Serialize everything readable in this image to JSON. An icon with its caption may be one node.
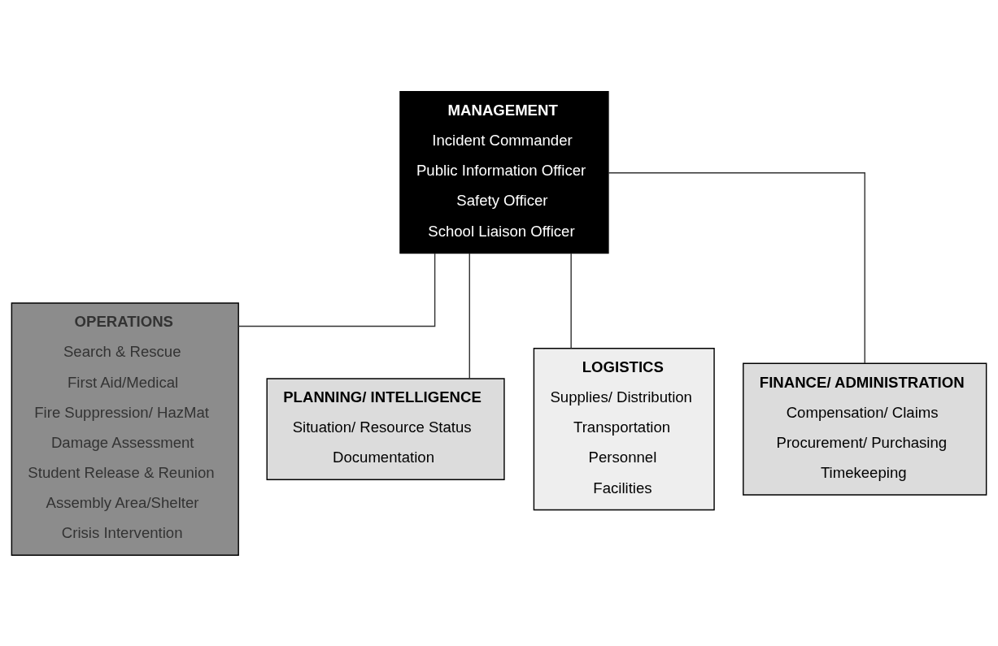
{
  "diagram": {
    "nodes": [
      {
        "text": [
          "MANAGEMENT",
          "Incident Commander",
          "Public Information Officer",
          "Safety Officer",
          "School Liaison Officer"
        ]
      },
      {
        "text": [
          "OPERATIONS",
          "Search & Rescue",
          "First Aid/Medical",
          "Fire Suppression/ HazMat",
          "Damage Assessment",
          "Student Release & Reunion",
          "Assembly Area/Shelter",
          "Crisis Intervention"
        ]
      },
      {
        "text": [
          "PLANNING/ INTELLIGENCE",
          "Situation/ Resource Status",
          "Documentation"
        ]
      },
      {
        "text": [
          "LOGISTICS",
          "Supplies/ Distribution",
          "Transportation",
          "Personnel",
          "Facilities"
        ]
      },
      {
        "text": [
          "FINANCE/ ADMINISTRATION",
          "Compensation/ Claims",
          "Procurement/ Purchasing",
          "Timekeeping"
        ]
      }
    ],
    "edges": [
      {
        "from": 0,
        "to": 1,
        "arrow": "none"
      },
      {
        "from": 0,
        "to": 2,
        "arrow": "none"
      },
      {
        "from": 0,
        "to": 3,
        "arrow": "none"
      },
      {
        "from": 0,
        "to": 4,
        "arrow": "none"
      }
    ]
  }
}
